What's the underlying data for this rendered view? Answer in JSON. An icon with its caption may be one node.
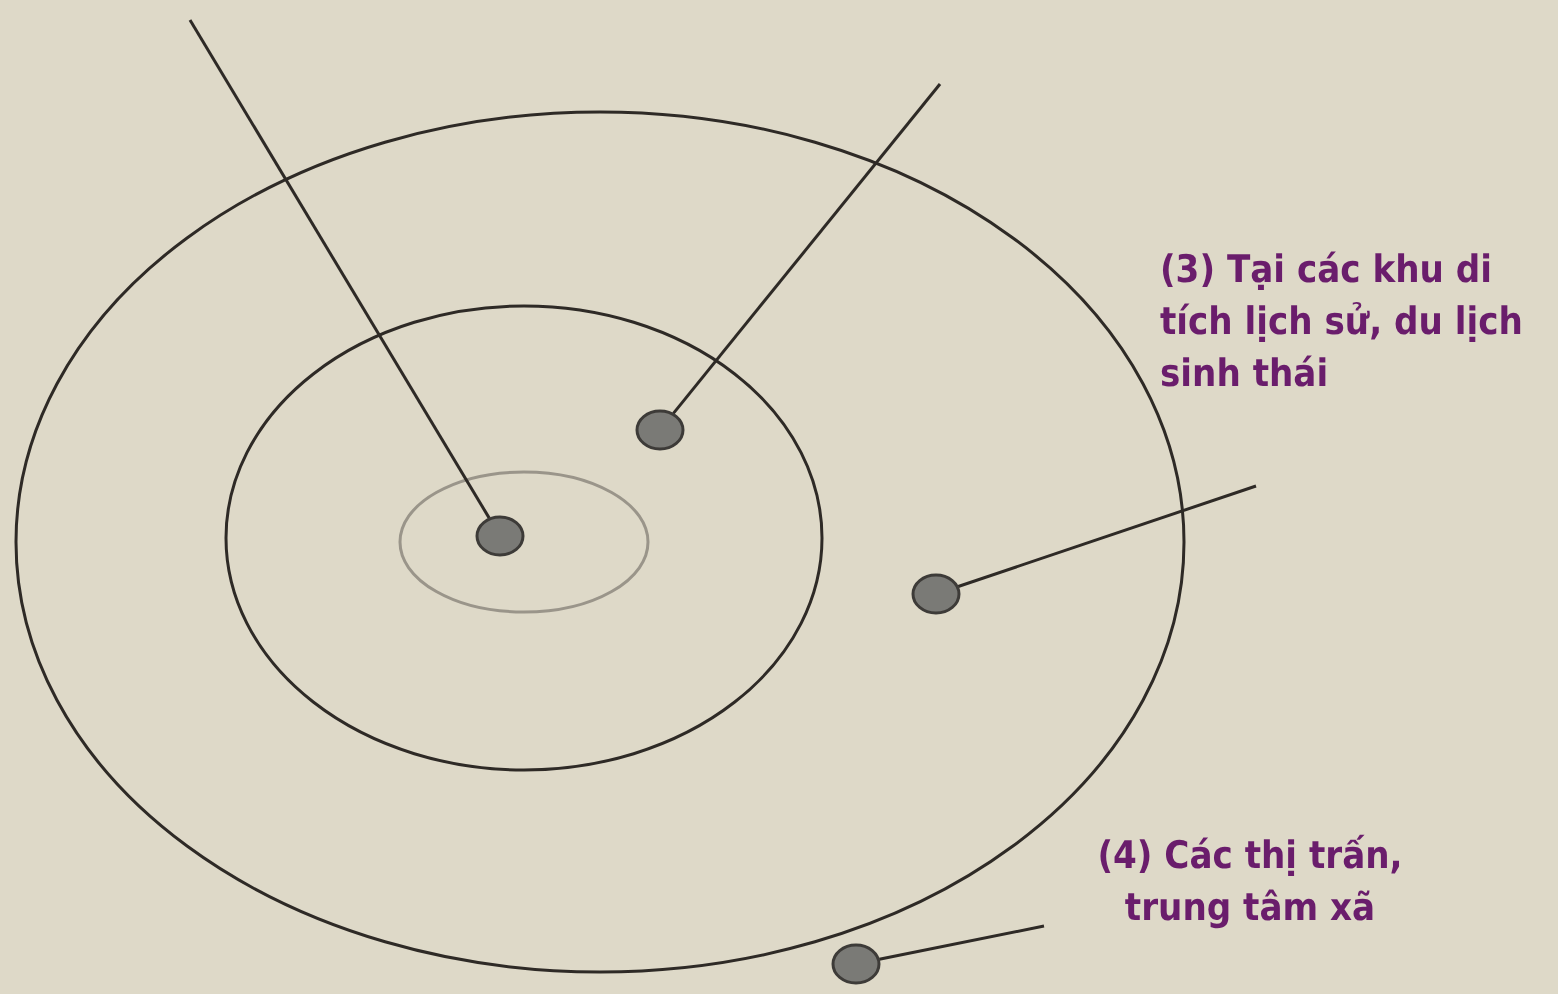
{
  "diagram": {
    "nodes": [
      {
        "text": [
          "(3) Tại các khu di tích lịch sử, du lịch sinh thái"
        ]
      },
      {
        "text": [
          "(4) Các thị trấn, trung tâm xã"
        ]
      },
      {
        "text": [],
        "shape": "circle"
      },
      {
        "text": [],
        "shape": "circle"
      },
      {
        "text": [],
        "shape": "circle"
      },
      {
        "text": [],
        "shape": "circle"
      }
    ],
    "edges": [
      {
        "from": null,
        "to": 2,
        "arrow": "none"
      },
      {
        "from": null,
        "to": 3,
        "arrow": "none"
      },
      {
        "from": 0,
        "to": 4,
        "arrow": "none"
      },
      {
        "from": 1,
        "to": 5,
        "arrow": "none"
      }
    ]
  }
}
